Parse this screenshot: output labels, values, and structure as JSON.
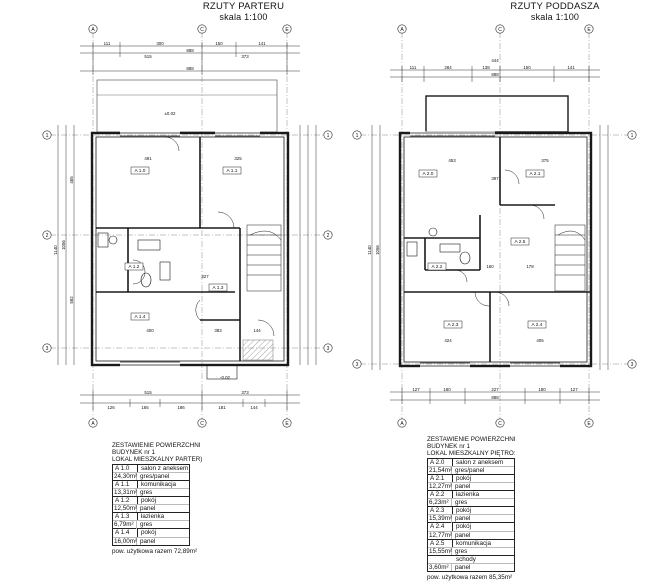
{
  "left_plan": {
    "title_line1": "RZUTY PARTERU",
    "title_line2": "skala 1:100",
    "axis_top": [
      "A",
      "C",
      "E"
    ],
    "axis_side": [
      "1",
      "2",
      "3"
    ],
    "rooms": [
      {
        "code": "A 1.0"
      },
      {
        "code": "A 1.1"
      },
      {
        "code": "A 1.2"
      },
      {
        "code": "A 1.3"
      },
      {
        "code": "A 1.4"
      }
    ],
    "dims_top": [
      "111",
      "300",
      "150",
      "141",
      "888",
      "515",
      "373",
      "888"
    ],
    "dims_bottom": [
      "515",
      "373",
      "126",
      "165",
      "186",
      "181",
      "144"
    ],
    "dims_inner": [
      "491",
      "325",
      "327",
      "400",
      "383",
      "144"
    ],
    "dims_side": [
      "465",
      "1056",
      "1140",
      "582"
    ],
    "level_marks": [
      "±0.02",
      "-0.02"
    ]
  },
  "right_plan": {
    "title_line1": "RZUTY PODDASZA",
    "title_line2": "skala 1:100",
    "axis_top": [
      "A",
      "C",
      "E"
    ],
    "axis_side": [
      "1",
      "2",
      "3"
    ],
    "rooms": [
      {
        "code": "A 2.0"
      },
      {
        "code": "A 2.1"
      },
      {
        "code": "A 2.2"
      },
      {
        "code": "A 2.3"
      },
      {
        "code": "A 2.4"
      },
      {
        "code": "A 2.5"
      }
    ],
    "dims_top": [
      "111",
      "284",
      "138",
      "150",
      "141",
      "888",
      "444"
    ],
    "dims_bottom": [
      "127",
      "180",
      "227",
      "180",
      "127",
      "888"
    ],
    "dims_inner": [
      "453",
      "375",
      "397",
      "160",
      "178",
      "424",
      "405"
    ],
    "dims_side": [
      "1140",
      "1056"
    ]
  },
  "left_table": {
    "h1": "ZESTAWIENIE POWIERZCHNI",
    "h2": "BUDYNEK nr 1",
    "h3": "LOKAL MIESZKALNY PARTER)",
    "rows": [
      {
        "code": "A 1.0",
        "name": "salon z aneksem",
        "area": "24,30m²",
        "mat": "gres/panel"
      },
      {
        "code": "A 1.1",
        "name": "komunikacja",
        "area": "13,31m²",
        "mat": "gres"
      },
      {
        "code": "A 1.2",
        "name": "pokój",
        "area": "12,50m²",
        "mat": "panel"
      },
      {
        "code": "A 1.3",
        "name": "łazienka",
        "area": "6,79m²",
        "mat": "gres"
      },
      {
        "code": "A 1.4",
        "name": "pokój",
        "area": "16,00m²",
        "mat": "panel"
      }
    ],
    "sum": "pow. użytkowa razem 72,89m²"
  },
  "right_table": {
    "h1": "ZESTAWIENIE POWIERZCHNI",
    "h2": "BUDYNEK nr 1",
    "h3": "LOKAL MIESZKALNY PIĘTRO:",
    "rows": [
      {
        "code": "A 2.0",
        "name": "salon z aneksem",
        "area": "21,54m²",
        "mat": "gres/panel"
      },
      {
        "code": "A 2.1",
        "name": "pokój",
        "area": "12,27m²",
        "mat": "panel"
      },
      {
        "code": "A 2.2",
        "name": "łazienka",
        "area": "6,23m²",
        "mat": "gres"
      },
      {
        "code": "A 2.3",
        "name": "pokój",
        "area": "15,39m²",
        "mat": "panel"
      },
      {
        "code": "A 2.4",
        "name": "pokój",
        "area": "12,77m²",
        "mat": "panel"
      },
      {
        "code": "A 2.5",
        "name": "komunikacja",
        "area": "15,55m²",
        "mat": "gres"
      },
      {
        "code": "",
        "name": "schody",
        "area": "3,60m²",
        "mat": "panel"
      }
    ],
    "sum": "pow. użytkowa razem 85,35m²"
  },
  "colors": {
    "line": "#1a1a1a",
    "wall": "#2a2a2a",
    "hatch": "#555555",
    "dim": "#333333"
  }
}
